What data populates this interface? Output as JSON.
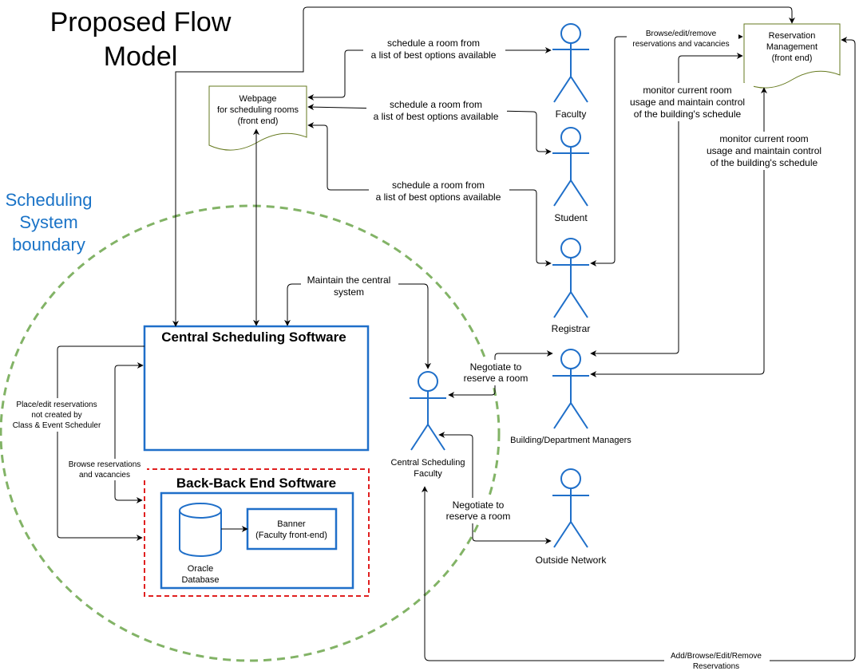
{
  "title": [
    "Proposed Flow",
    "Model"
  ],
  "boundary_label": [
    "Scheduling",
    "System",
    "boundary"
  ],
  "colors": {
    "actor": "#1f6fc9",
    "boundary_circle": "#82b366",
    "backend_border": "#e02020",
    "document_border": "#667a1f",
    "boundary_text": "#1a73c7"
  },
  "documents": {
    "webpage": [
      "Webpage",
      "for scheduling rooms",
      "(front end)"
    ],
    "reservation": [
      "Reservation",
      "Management",
      "(front end)"
    ]
  },
  "boxes": {
    "central": "Central Scheduling Software",
    "backend": "Back-Back End Software",
    "banner": [
      "Banner",
      "(Faculty front-end)"
    ],
    "oracle": [
      "Oracle",
      "Database"
    ]
  },
  "actors": {
    "faculty": "Faculty",
    "student": "Student",
    "registrar": "Registrar",
    "managers": "Building/Department Managers",
    "central_faculty": [
      "Central Scheduling",
      "Faculty"
    ],
    "outside": "Outside Network"
  },
  "edge_labels": {
    "faculty_sched": [
      "schedule a room from",
      "a list of best options available"
    ],
    "student_sched": [
      "schedule a room from",
      "a list of best options available"
    ],
    "registrar_sched": [
      "schedule a room from",
      "a list of best options available"
    ],
    "browse_edit_remove": [
      "Browse/edit/remove",
      "reservations and vacancies"
    ],
    "monitor_1": [
      "monitor current room",
      "usage and maintain control",
      "of the building's schedule"
    ],
    "monitor_2": [
      "monitor current room",
      "usage and maintain control",
      "of the building's schedule"
    ],
    "maintain": [
      "Maintain the central",
      "system"
    ],
    "negotiate_1": [
      "Negotiate to",
      "reserve a room"
    ],
    "negotiate_2": [
      "Negotiate to",
      "reserve a room"
    ],
    "place_edit": [
      "Place/edit reservations",
      "not created by",
      "Class & Event Scheduler"
    ],
    "browse_res": [
      "Browse reservations",
      "and vacancies"
    ],
    "add_browse": [
      "Add/Browse/Edit/Remove",
      "Reservations"
    ]
  }
}
